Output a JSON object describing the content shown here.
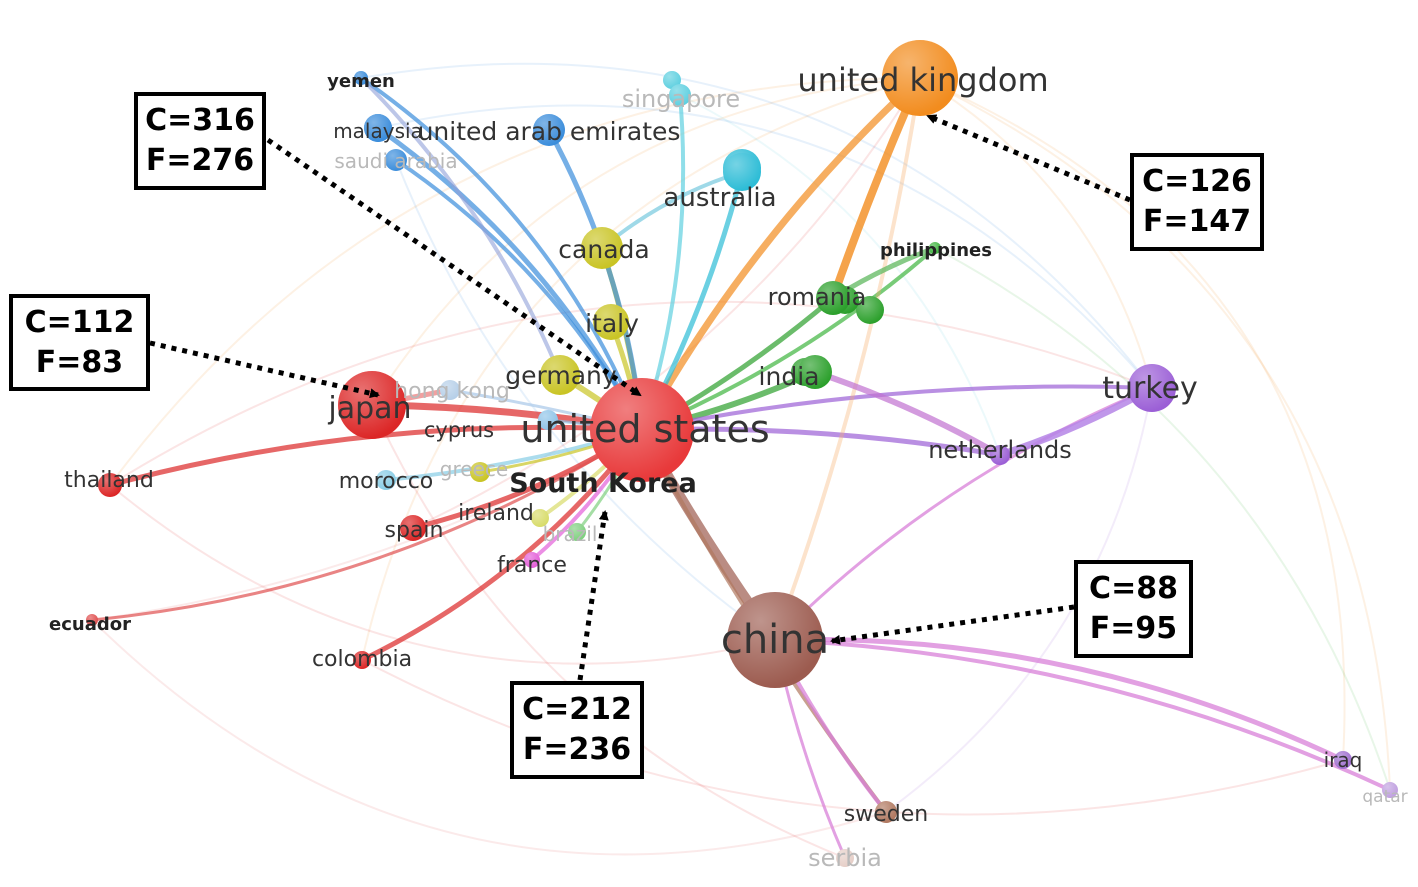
{
  "network": {
    "nodes": [
      {
        "id": "united_states",
        "label": "united states",
        "color": "#e8393a"
      },
      {
        "id": "south_korea",
        "label": "South Korea",
        "color": "#e8393a"
      },
      {
        "id": "united_kingdom",
        "label": "united kingdom",
        "color": "#f28c1e"
      },
      {
        "id": "china",
        "label": "china",
        "color": "#9c5b4f"
      },
      {
        "id": "japan",
        "label": "japan",
        "color": "#dc2626"
      },
      {
        "id": "turkey",
        "label": "turkey",
        "color": "#9b5fd6"
      },
      {
        "id": "netherlands",
        "label": "netherlands",
        "color": "#9b5fd6"
      },
      {
        "id": "india",
        "label": "india",
        "color": "#2ca02c"
      },
      {
        "id": "romania",
        "label": "romania",
        "color": "#2ca02c"
      },
      {
        "id": "philippines",
        "label": "philippines",
        "color": "#3fb53f"
      },
      {
        "id": "canada",
        "label": "canada",
        "color": "#c9c424"
      },
      {
        "id": "italy",
        "label": "italy",
        "color": "#c9c424"
      },
      {
        "id": "germany",
        "label": "germany",
        "color": "#c9c424"
      },
      {
        "id": "australia",
        "label": "australia",
        "color": "#2cbcd6"
      },
      {
        "id": "singapore",
        "label": "singapore",
        "color": "#5fd0e0"
      },
      {
        "id": "united_arab_emirates",
        "label": "united arab emirates",
        "color": "#3b8ddb"
      },
      {
        "id": "malaysia",
        "label": "malaysia",
        "color": "#3b8ddb"
      },
      {
        "id": "saudi_arabia",
        "label": "saudi arabia",
        "color": "#3b8ddb"
      },
      {
        "id": "yemen",
        "label": "yemen",
        "color": "#3b8ddb"
      },
      {
        "id": "hong_kong",
        "label": "hong kong",
        "color": "#a8c8e8"
      },
      {
        "id": "cyprus",
        "label": "cyprus",
        "color": "#8fc4e8"
      },
      {
        "id": "morocco",
        "label": "morocco",
        "color": "#88cde6"
      },
      {
        "id": "greece",
        "label": "greece",
        "color": "#c9c424"
      },
      {
        "id": "ireland",
        "label": "ireland",
        "color": "#d8dc6a"
      },
      {
        "id": "brazil",
        "label": "brazil",
        "color": "#7fd07f"
      },
      {
        "id": "france",
        "label": "france",
        "color": "#e35fd8"
      },
      {
        "id": "spain",
        "label": "spain",
        "color": "#dc2626"
      },
      {
        "id": "thailand",
        "label": "thailand",
        "color": "#dc2626"
      },
      {
        "id": "ecuador",
        "label": "ecuador",
        "color": "#e05050"
      },
      {
        "id": "colombia",
        "label": "colombia",
        "color": "#dc2626"
      },
      {
        "id": "sweden",
        "label": "sweden",
        "color": "#b07860"
      },
      {
        "id": "serbia",
        "label": "serbia",
        "color": "#d8b8b0"
      },
      {
        "id": "iraq",
        "label": "iraq",
        "color": "#a070d0"
      },
      {
        "id": "qatar",
        "label": "qatar",
        "color": "#c0a0e0"
      }
    ]
  },
  "annotations": [
    {
      "id": "us",
      "c": "C=316",
      "f": "F=276"
    },
    {
      "id": "uk",
      "c": "C=126",
      "f": "F=147"
    },
    {
      "id": "japan",
      "c": "C=112",
      "f": "F=83"
    },
    {
      "id": "korea",
      "c": "C=212",
      "f": "F=236"
    },
    {
      "id": "china",
      "c": "C=88",
      "f": "F=95"
    }
  ]
}
